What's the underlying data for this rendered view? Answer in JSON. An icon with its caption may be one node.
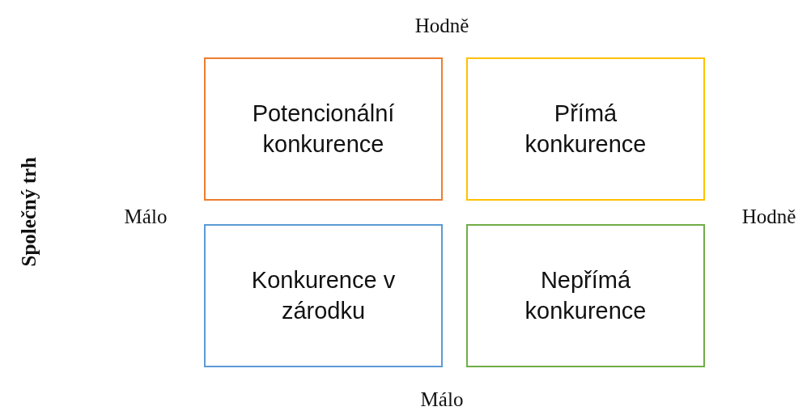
{
  "diagram": {
    "nodes": [
      {
        "text": [
          "Potencionální konkurence"
        ]
      },
      {
        "text": [
          "Přímá konkurence"
        ]
      },
      {
        "text": [
          "Konkurence v zárodku"
        ]
      },
      {
        "text": [
          "Nepřímá konkurence"
        ]
      }
    ],
    "labels": [
      "Hodně",
      "Společný trh",
      "Málo",
      "Hodně",
      "Málo"
    ]
  }
}
